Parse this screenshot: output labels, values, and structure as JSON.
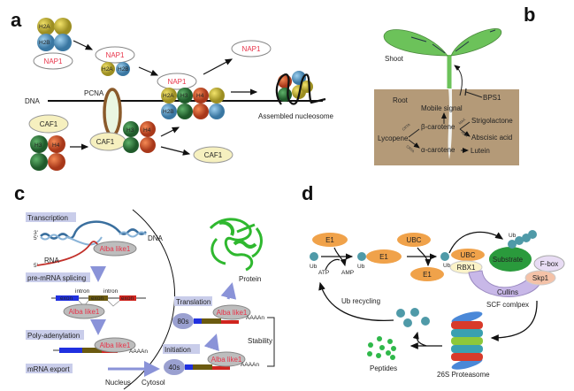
{
  "panels": {
    "a": {
      "letter": "a",
      "nap1": "NAP1",
      "caf1": "CAF1",
      "pcna": "PCNA",
      "dna": "DNA",
      "h2a": "H2A",
      "h2b": "H2B",
      "h3": "H3",
      "h4": "H4",
      "assembled": "Assembled nucleosome"
    },
    "b": {
      "letter": "b",
      "shoot": "Shoot",
      "root": "Root",
      "mobile_signal": "Mobile signal",
      "bps1": "BPS1",
      "lycopene": "Lycopene",
      "beta_carotene": "β-carotene",
      "alpha_carotene": "α-carotene",
      "strigolactone": "Strigolactone",
      "abscisic_acid": "Abscisic acid",
      "lutein": "Lutein",
      "enzyme_crta_top": "CRTA",
      "enzyme_crta_bottom": "CRTA",
      "enzyme_max": "MAX",
      "enzyme_aba": "ABA"
    },
    "c": {
      "letter": "c",
      "steps": [
        "Transcription",
        "pre-mRNA splicing",
        "Poly-adenylation",
        "mRNA export",
        "Initiation",
        "Translation"
      ],
      "dna": "DNA",
      "rna": "RNA",
      "three_prime": "3'",
      "five_prime": "5'",
      "five_prime_rna": "5'",
      "alba": "Alba like1",
      "intron": "intron",
      "exon": "exon",
      "polya": "AAAAn",
      "ribosome_40s": "40s",
      "ribosome_80s": "80s",
      "protein": "Protein",
      "stability": "Stability",
      "nucleus": "Nucleus",
      "cytosol": "Cytosol"
    },
    "d": {
      "letter": "d",
      "e1": "E1",
      "ubc": "UBC",
      "ub": "Ub",
      "atp": "ATP",
      "amp": "AMP",
      "rbx1": "RBX1",
      "substrate": "Substrate",
      "fbox": "F-box",
      "skp1": "Skp1",
      "cullins": "Cullins",
      "scf": "SCF comlpex",
      "ub_recycling": "Ub recycling",
      "peptides": "Peptides",
      "proteasome": "26S Proteasome"
    }
  },
  "colors": {
    "h2a": "#c9b83a",
    "h2b": "#5b9cc9",
    "h3": "#2f7a3e",
    "h4": "#d9562a",
    "nap1_text": "#e8344a",
    "caf1_fill": "#f6f0bf",
    "pcna": "#8a5a2b",
    "soil": "#b49a78",
    "leaf": "#6cc25a",
    "step_box": "#c9cdea",
    "e1": "#f0a24a",
    "ub": "#4f9aa8",
    "substrate": "#2a9a3c",
    "cullins": "#c8b8e8",
    "skp1": "#f4c2a8",
    "rbx1": "#fbf3c8"
  }
}
